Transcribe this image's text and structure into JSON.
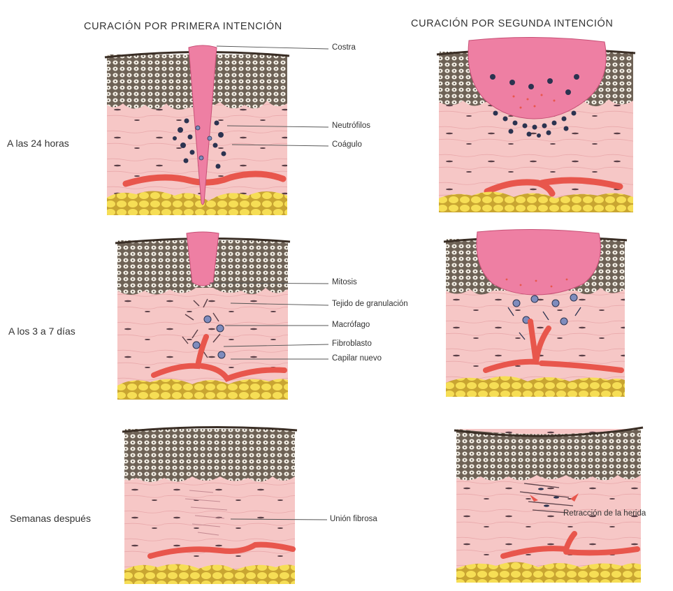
{
  "headings": {
    "primary": "CURACIÓN POR PRIMERA INTENCIÓN",
    "secondary": "CURACIÓN POR SEGUNDA INTENCIÓN"
  },
  "rows": [
    {
      "label": "A las 24 horas"
    },
    {
      "label": "A los 3 a 7 días"
    },
    {
      "label": "Semanas después"
    }
  ],
  "callouts": {
    "costra": "Costra",
    "neutrofilos": "Neutrófilos",
    "coagulo": "Coágulo",
    "mitosis": "Mitosis",
    "tejido": "Tejido de granulación",
    "macrofago": "Macrófago",
    "fibroblasto": "Fibroblasto",
    "capilar": "Capilar nuevo",
    "union": "Unión fibrosa",
    "retraccion": "Retracción de la herida"
  },
  "colors": {
    "dermis": "#f6c7c6",
    "epidermis": "#8a7a6a",
    "fat": "#f4dc54",
    "clot": "#ee7fa3",
    "vessel": "#e8564c",
    "neutrophil": "#2b3350",
    "macrophage": "#7f8cbd"
  }
}
